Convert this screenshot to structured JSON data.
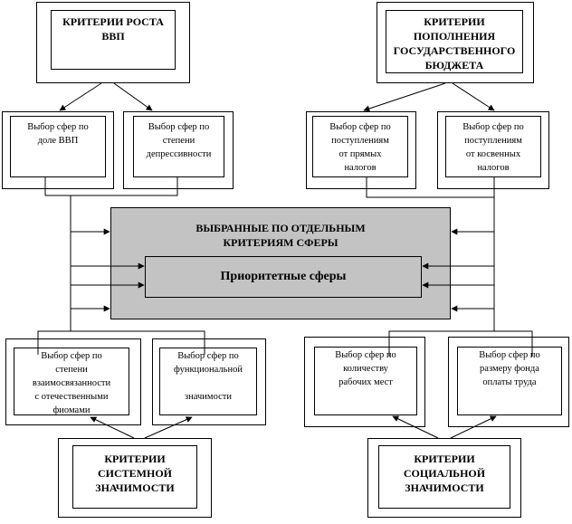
{
  "criteria": {
    "gdp": "КРИТЕРИИ РОСТА\nВВП",
    "budget": "КРИТЕРИИ\nПОПОЛНЕНИЯ\nГОСУДАРСТВЕННОГО\nБЮДЖЕТА",
    "systemic": "КРИТЕРИИ\nСИСТЕМНОЙ\nЗНАЧИМОСТИ",
    "social": "КРИТЕРИИ\nСОЦИАЛЬНОЙ\nЗНАЧИМОСТИ"
  },
  "selections": {
    "gdp_share": "Выбор сфер по\nдоле ВВП",
    "depressive": "Выбор сфер по\nстепени\nдепрессивности",
    "direct_taxes": "Выбор сфер по\nпоступлениям\nот прямых\nналогов",
    "indirect_taxes": "Выбор сфер по\nпоступлениям\nот косвенных\nналогов",
    "interconnection": "Выбор сфер по\nстепени\nвзаимосвязанности\nс отечественными\nфиомами",
    "functional": "Выбор сфер по\nфункциональной\n\nзначимости",
    "jobs": "Выбор сфер по\nколичеству\nрабочих мест",
    "wage_fund": "Выбор сфер по\nразмеру фонда\nоплаты труда"
  },
  "center": {
    "title": "ВЫБРАННЫЕ ПО ОТДЕЛЬНЫМ\nКРИТЕРИЯМ СФЕРЫ",
    "priority": "Приоритетные сферы"
  }
}
